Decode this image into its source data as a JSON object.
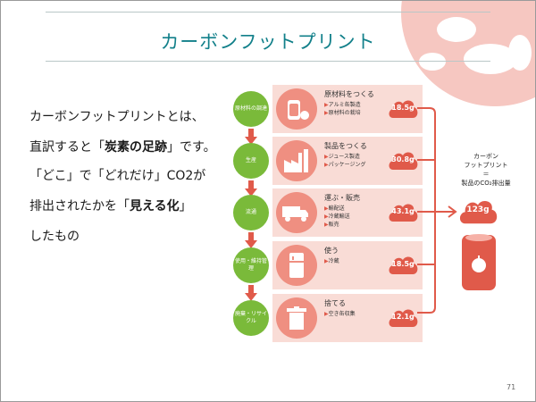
{
  "title": "カーボンフットプリント",
  "body_lines": [
    {
      "parts": [
        {
          "text": "カーボンフットプリントとは、",
          "bold": false
        }
      ]
    },
    {
      "parts": [
        {
          "text": "直訳すると「",
          "bold": false
        },
        {
          "text": "炭素の足跡",
          "bold": true
        },
        {
          "text": "」です。",
          "bold": false
        }
      ]
    },
    {
      "parts": [
        {
          "text": "「どこ」で「どれだけ」CO2が",
          "bold": false
        }
      ]
    },
    {
      "parts": [
        {
          "text": "排出されたかを「",
          "bold": false
        },
        {
          "text": "見える化",
          "bold": true
        },
        {
          "text": "」",
          "bold": false
        }
      ]
    },
    {
      "parts": [
        {
          "text": "したもの",
          "bold": false
        }
      ]
    }
  ],
  "stages": [
    {
      "stage": "原材料の調達",
      "icon": "can-and-apple-icon",
      "heading": "原材料をつくる",
      "details": [
        "アルミ缶製造",
        "原材料の栽培"
      ],
      "amount": "18.5g"
    },
    {
      "stage": "生産",
      "icon": "factory-icon",
      "heading": "製品をつくる",
      "details": [
        "ジュース製造",
        "パッケージング"
      ],
      "amount": "30.8g"
    },
    {
      "stage": "流通",
      "icon": "truck-shop-icon",
      "heading": "運ぶ・販売",
      "details": [
        "輸配送",
        "冷蔵輸送",
        "販売"
      ],
      "amount": "43.1g"
    },
    {
      "stage": "使用・維持管理",
      "icon": "refrigerator-icon",
      "heading": "使う",
      "details": [
        "冷蔵"
      ],
      "amount": "18.5g"
    },
    {
      "stage": "廃棄・リサイクル",
      "icon": "trash-can-icon",
      "heading": "捨てる",
      "details": [
        "空き缶収集"
      ],
      "amount": "12.1g"
    }
  ],
  "summary": {
    "label_lines": [
      "カーボン",
      "フットプリント",
      "＝",
      "製品のCO₂排出量"
    ],
    "total": "123g",
    "icon": "apple-juice-can-icon"
  },
  "detail_marker": "▶",
  "colors": {
    "accent": "#12808a",
    "stage_green": "#7aba3a",
    "co2_red": "#e05a4a",
    "icon_pink": "#ef8f81",
    "panel_pink": "#f9dcd6"
  },
  "page_number": "71"
}
